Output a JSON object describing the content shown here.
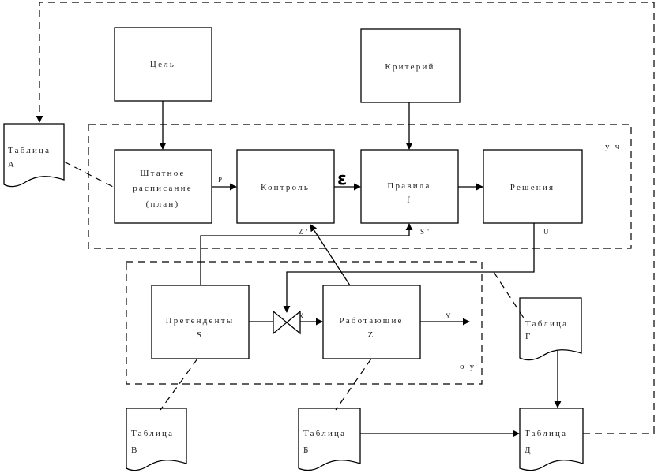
{
  "blocks": {
    "goal": "Цель",
    "criterion": "Критерий",
    "staff_line1": "Штатное",
    "staff_line2": "расписание",
    "staff_line3": "(план)",
    "control": "Контроль",
    "rules_line1": "Правила",
    "rules_line2": "f",
    "decisions": "Решения",
    "candidates_line1": "Претенденты",
    "candidates_line2": "S",
    "workers_line1": "Работающие",
    "workers_line2": "Z"
  },
  "tables": {
    "a_word": "Таблица",
    "a_letter": "А",
    "b_word": "Таблица",
    "b_letter": "Б",
    "v_word": "Таблица",
    "v_letter": "В",
    "g_word": "Таблица",
    "g_letter": "Г",
    "d_word": "Таблица",
    "d_letter": "Д"
  },
  "regions": {
    "control_system": "у ч",
    "controlled_object": "о у"
  },
  "signals": {
    "p": "P",
    "epsilon": "ε",
    "z_prime": "Z '",
    "s_prime": "S '",
    "u": "U",
    "x": "X",
    "y": "Y"
  }
}
